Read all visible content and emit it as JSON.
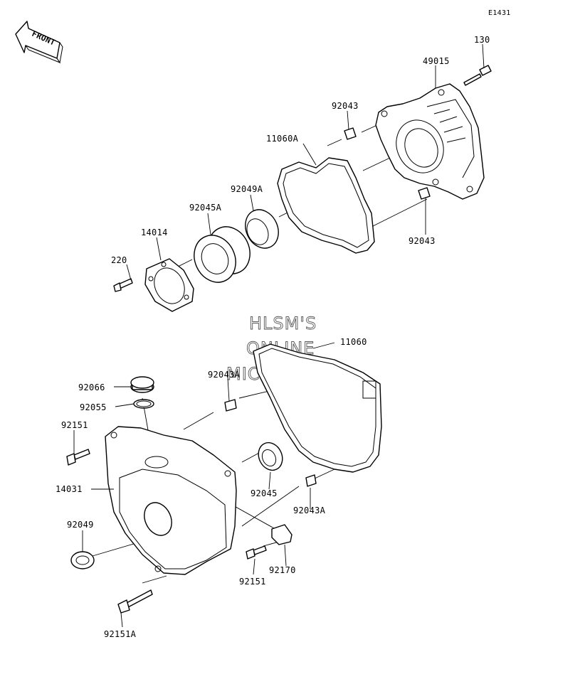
{
  "diagram_code": "E1431",
  "direction_label": "FRONT",
  "watermark": [
    "HLSM'S",
    "ONLINE",
    "MICROFICHE"
  ],
  "parts": [
    {
      "id": "130",
      "label": "130"
    },
    {
      "id": "49015",
      "label": "49015"
    },
    {
      "id": "92043-upper",
      "label": "92043"
    },
    {
      "id": "11060A",
      "label": "11060A"
    },
    {
      "id": "92049A",
      "label": "92049A"
    },
    {
      "id": "92045A",
      "label": "92045A"
    },
    {
      "id": "14014",
      "label": "14014"
    },
    {
      "id": "220",
      "label": "220"
    },
    {
      "id": "92043-right",
      "label": "92043"
    },
    {
      "id": "11060",
      "label": "11060"
    },
    {
      "id": "92066",
      "label": "92066"
    },
    {
      "id": "92055",
      "label": "92055"
    },
    {
      "id": "92043A-upper",
      "label": "92043A"
    },
    {
      "id": "92151-left",
      "label": "92151"
    },
    {
      "id": "14031",
      "label": "14031"
    },
    {
      "id": "92045",
      "label": "92045"
    },
    {
      "id": "92043A-lower",
      "label": "92043A"
    },
    {
      "id": "92049",
      "label": "92049"
    },
    {
      "id": "92170",
      "label": "92170"
    },
    {
      "id": "92151-bottom",
      "label": "92151"
    },
    {
      "id": "92151A",
      "label": "92151A"
    }
  ]
}
